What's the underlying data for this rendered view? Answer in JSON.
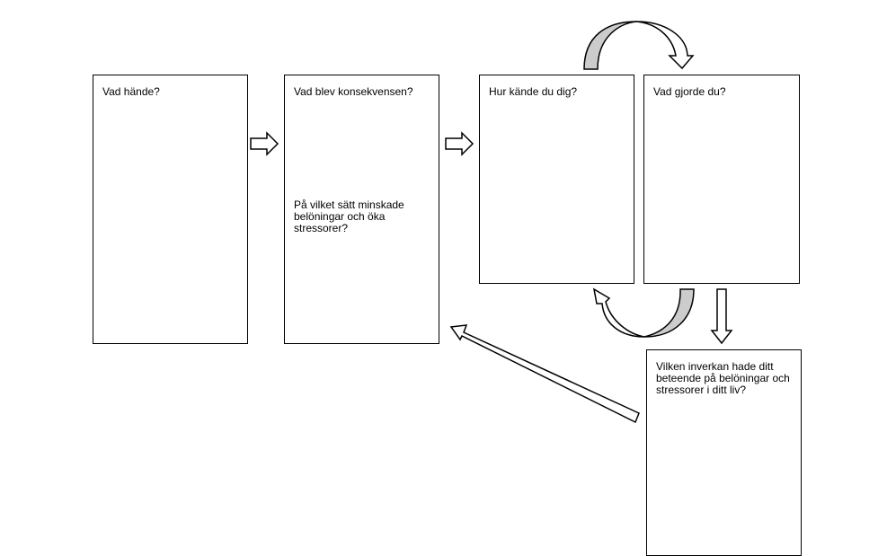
{
  "boxes": {
    "what_happened": "Vad hände?",
    "consequence": "Vad blev konsekvensen?",
    "consequence_question": "På vilket sätt minskade belöningar och öka stressorer?",
    "feeling": "Hur kände du dig?",
    "action": "Vad gjorde du?",
    "impact": "Vilken inverkan hade ditt beteende på belöningar och stressorer i ditt liv?"
  },
  "colors": {
    "curve_fill": "#cccccc",
    "stroke": "#000000"
  }
}
